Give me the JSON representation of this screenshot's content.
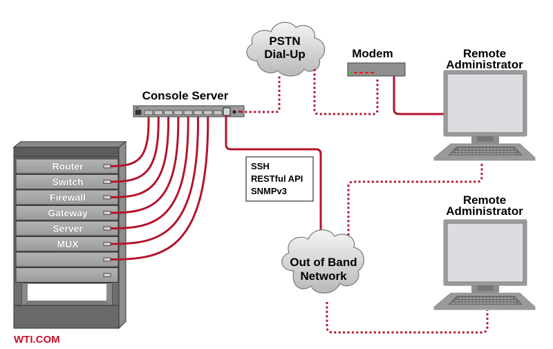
{
  "diagram": {
    "console_server": {
      "label": "Console Server"
    },
    "pstn_cloud": {
      "line1": "PSTN",
      "line2": "Dial-Up"
    },
    "modem": {
      "label": "Modem",
      "led_colors": [
        "#22cc22",
        "#e8202a",
        "#e8202a",
        "#e8202a",
        "#e8202a"
      ]
    },
    "remote_admin_top": {
      "line1": "Remote",
      "line2": "Administrator"
    },
    "remote_admin_bottom": {
      "line1": "Remote",
      "line2": "Administrator"
    },
    "protocols": {
      "items": [
        "SSH",
        "RESTful API",
        "SNMPv3"
      ]
    },
    "oob_cloud": {
      "line1": "Out of Band",
      "line2": "Network"
    },
    "rack": {
      "devices": [
        "Router",
        "Switch",
        "Firewall",
        "Gateway",
        "Server",
        "MUX",
        "",
        ""
      ]
    },
    "brand": {
      "label": "WTI.COM",
      "color": "#c8102e"
    },
    "colors": {
      "cable": "#b5122d",
      "dotted": "#b5122d"
    }
  }
}
